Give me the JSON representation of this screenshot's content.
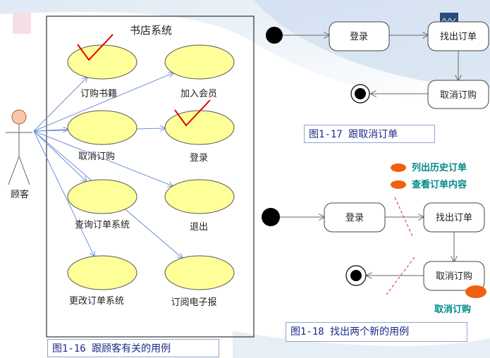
{
  "use_case_diagram": {
    "system_title": "书店系统",
    "actor_label": "顾客",
    "use_cases": [
      {
        "id": "uc1",
        "label": "订购书籍",
        "checked": true
      },
      {
        "id": "uc2",
        "label": "加入会员",
        "checked": false
      },
      {
        "id": "uc3",
        "label": "取消订购",
        "checked": false
      },
      {
        "id": "uc4",
        "label": "登录",
        "checked": true
      },
      {
        "id": "uc5",
        "label": "查询订单系统",
        "checked": false
      },
      {
        "id": "uc6",
        "label": "退出",
        "checked": false
      },
      {
        "id": "uc7",
        "label": "更改订单系统",
        "checked": false
      },
      {
        "id": "uc8",
        "label": "订阅电子报",
        "checked": false
      }
    ],
    "caption": "图1-16 跟顾客有关的用例"
  },
  "activity_diagram_1": {
    "nodes": [
      {
        "id": "a1",
        "label": "登录"
      },
      {
        "id": "a2",
        "label": "找出订单"
      },
      {
        "id": "a3",
        "label": "取消订购"
      }
    ],
    "caption": "图1-17 跟取消订单"
  },
  "activity_diagram_2": {
    "nodes": [
      {
        "id": "b1",
        "label": "登录"
      },
      {
        "id": "b2",
        "label": "找出订单"
      },
      {
        "id": "b3",
        "label": "取消订购"
      }
    ],
    "legend": [
      {
        "label": "列出历史订单"
      },
      {
        "label": "查看订单内容"
      }
    ],
    "cancel_note": "取消订购",
    "caption": "图1-18 找出两个新的用例"
  },
  "colors": {
    "ellipse_fill": "#ffff99",
    "check_mark": "#e00000",
    "arrow_blue": "#7090d8",
    "legend_orange": "#f06010",
    "caption_text": "#1a2a8a",
    "legend_text": "#008a8a"
  }
}
